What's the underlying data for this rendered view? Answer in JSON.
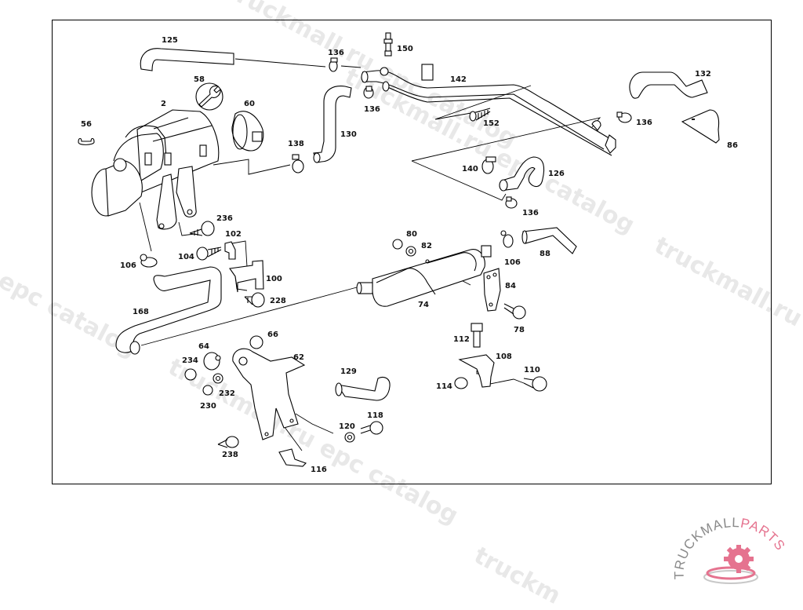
{
  "diagram": {
    "title": "Parts exploded diagram",
    "labels": {
      "p2": "2",
      "p56": "56",
      "p58": "58",
      "p60": "60",
      "p62": "62",
      "p64": "64",
      "p66": "66",
      "p74": "74",
      "p78": "78",
      "p80": "80",
      "p82": "82",
      "p84": "84",
      "p86": "86",
      "p88": "88",
      "p100": "100",
      "p102": "102",
      "p104": "104",
      "p106a": "106",
      "p106b": "106",
      "p108": "108",
      "p110": "110",
      "p112": "112",
      "p114": "114",
      "p116": "116",
      "p118": "118",
      "p120": "120",
      "p125": "125",
      "p126": "126",
      "p129": "129",
      "p130": "130",
      "p132": "132",
      "p136a": "136",
      "p136b": "136",
      "p136c": "136",
      "p136d": "136",
      "p138": "138",
      "p140": "140",
      "p142": "142",
      "p150": "150",
      "p152": "152",
      "p168": "168",
      "p228": "228",
      "p230": "230",
      "p232": "232",
      "p234": "234",
      "p236": "236",
      "p238": "238"
    }
  },
  "watermark": {
    "text_a": "truckmall.ru epc catalog",
    "text_b": "truckmall.ru epc catalog",
    "text_c": "truckmall.ru epc catalog",
    "text_d": "l epc catalog",
    "text_e": "truckmall.ru e",
    "text_f": "truckm"
  },
  "logo": {
    "brand_part1": "TRUCKMALL",
    "brand_part2": "PARTS",
    "gray": "#8a8a8a",
    "pink": "#e5738f"
  }
}
